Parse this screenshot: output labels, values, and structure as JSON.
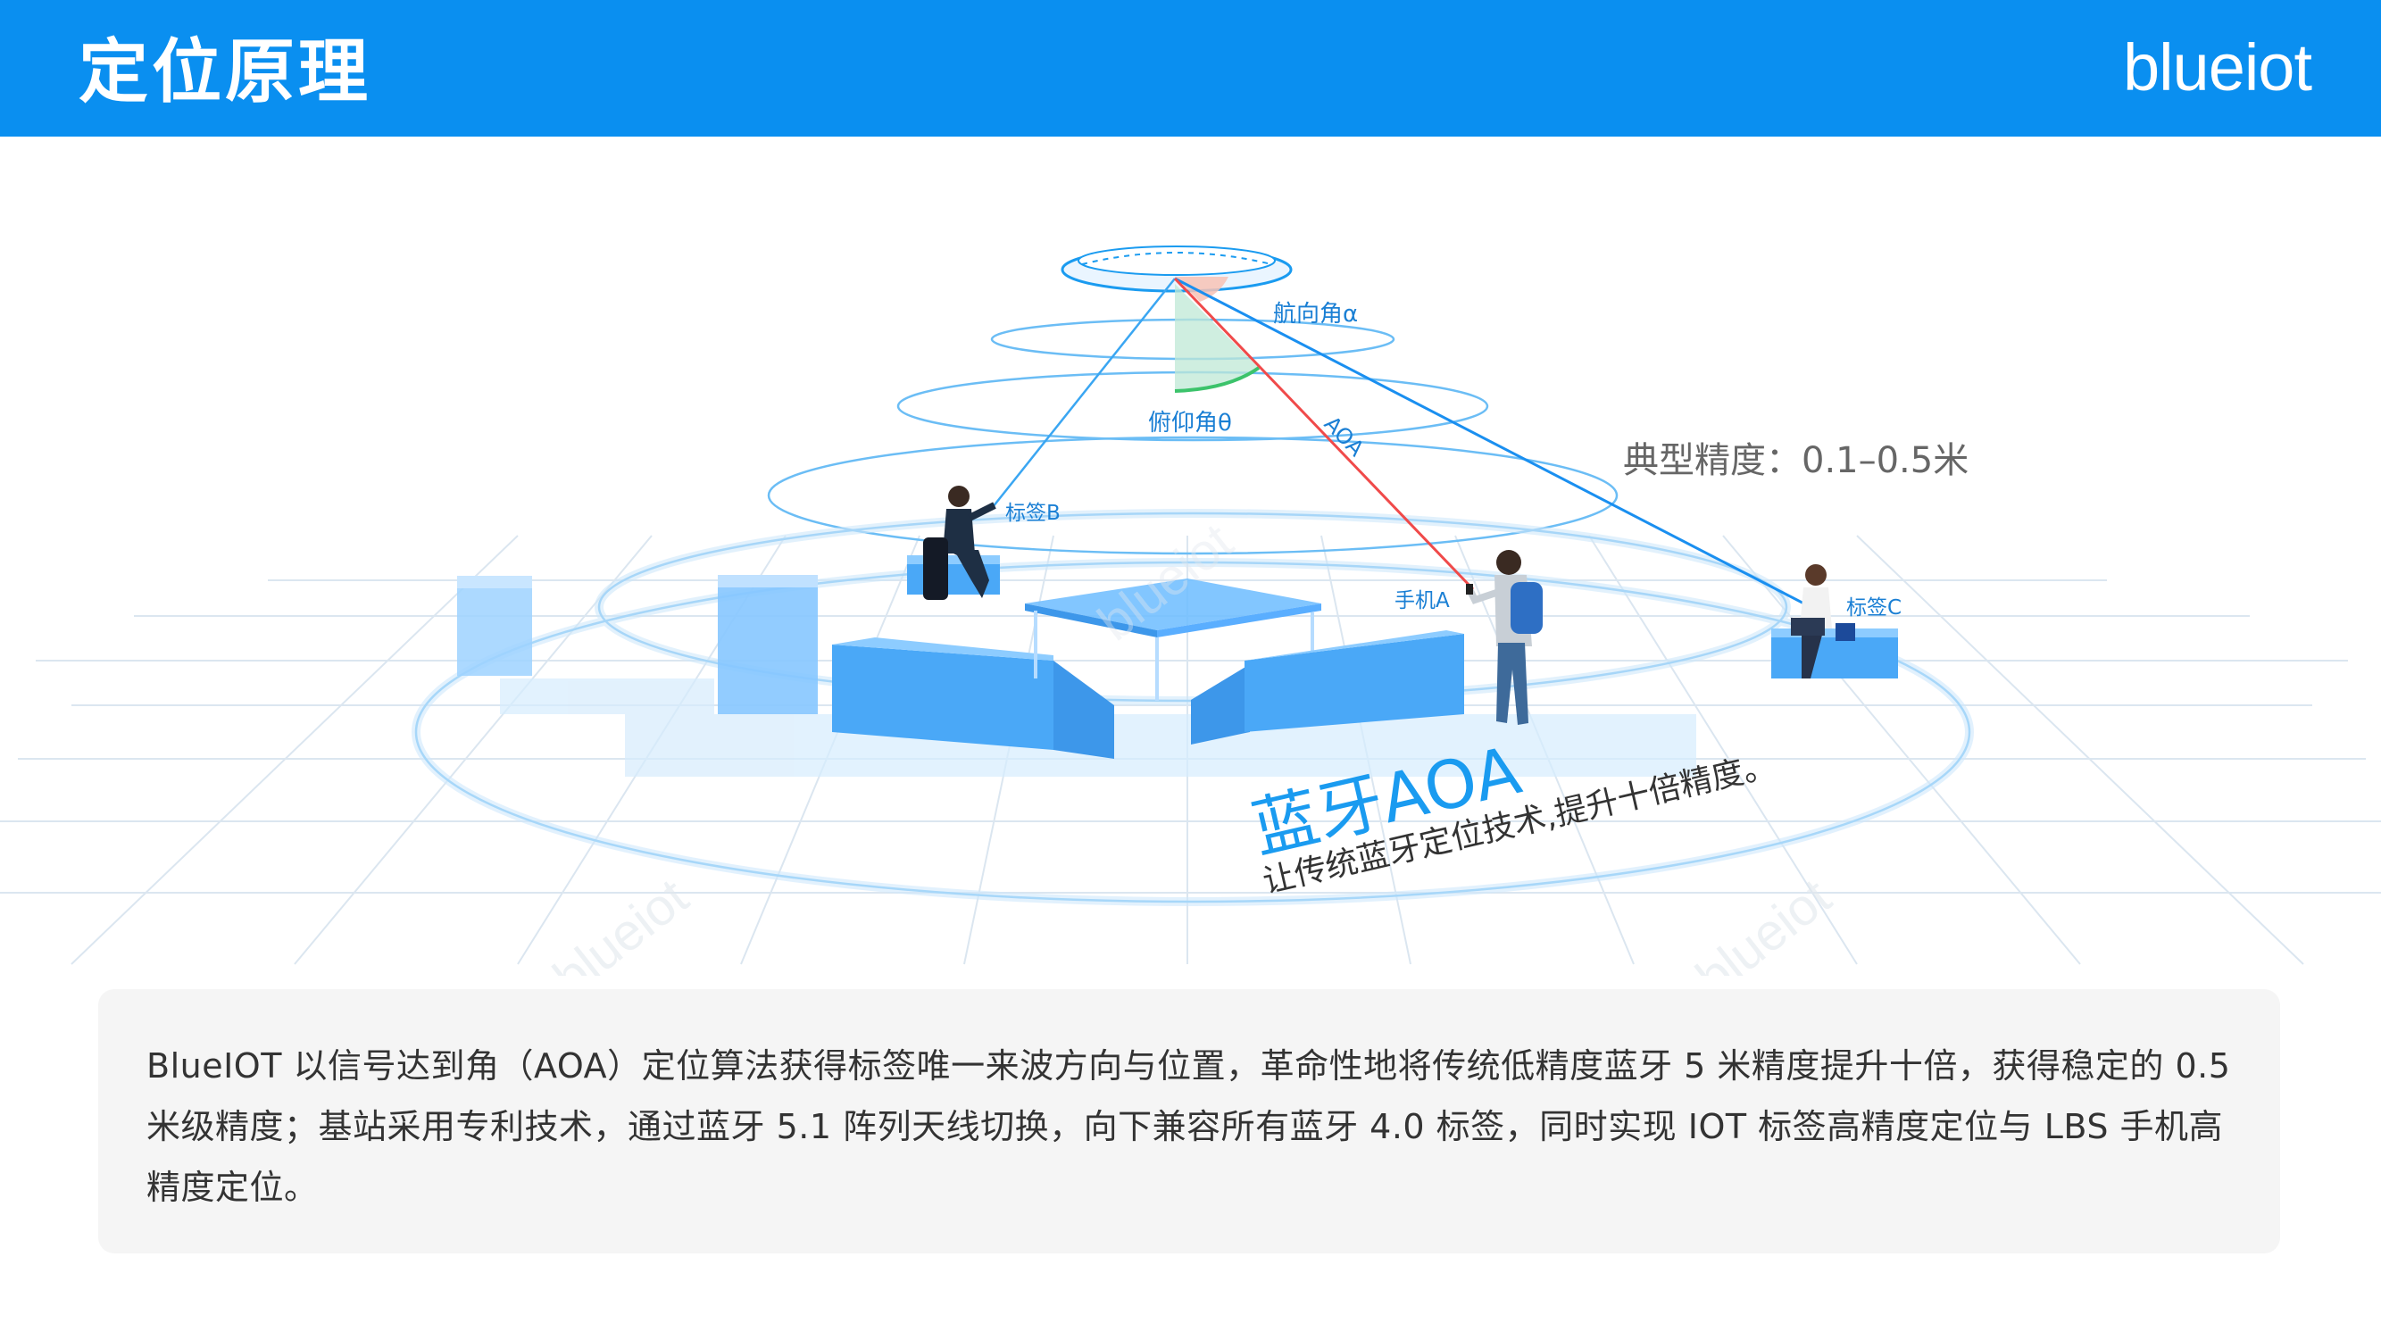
{
  "header": {
    "title": "定位原理",
    "logo_text": "blueiot"
  },
  "diagram": {
    "accuracy_text": "典型精度：0.1–0.5米",
    "heading_angle_label": "航向角α",
    "pitch_angle_label": "俯仰角θ",
    "aoa_label": "AOA",
    "tag_b_label": "标签B",
    "phone_a_label": "手机A",
    "tag_c_label": "标签C",
    "headline": "蓝牙AOA",
    "subheadline": "让传统蓝牙定位技术,提升十倍精度。",
    "watermark": "blueiot"
  },
  "description": {
    "text": "BlueIOT 以信号达到角（AOA）定位算法获得标签唯一来波方向与位置，革命性地将传统低精度蓝牙 5 米精度提升十倍，获得稳定的 0.5 米级精度；基站采用专利技术，通过蓝牙 5.1 阵列天线切换，向下兼容所有蓝牙 4.0 标签，同时实现 IOT 标签高精度定位与 LBS 手机高精度定位。"
  },
  "colors": {
    "header_bg": "#0a8ff0",
    "accent_blue": "#1a9bf0",
    "aoa_line": "#f04a4a",
    "grid_line": "#dbe6f0"
  }
}
